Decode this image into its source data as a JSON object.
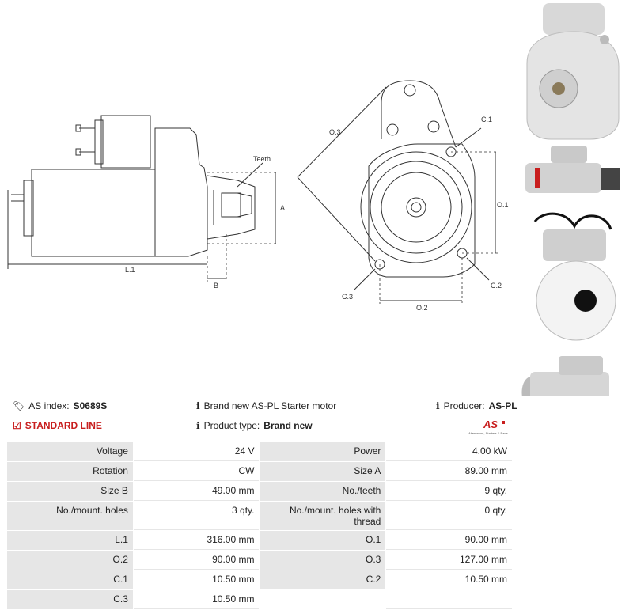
{
  "drawing": {
    "label_teeth": "Teeth",
    "label_a": "A",
    "label_b": "B",
    "label_l1": "L.1",
    "label_o1": "O.1",
    "label_o2": "O.2",
    "label_o3": "O.3",
    "label_c1": "C.1",
    "label_c2": "C.2",
    "label_c3": "C.3"
  },
  "info": {
    "as_index_label": "AS index:",
    "as_index_value": "S0689S",
    "description": "Brand new AS-PL Starter motor",
    "producer_label": "Producer:",
    "producer_value": "AS-PL",
    "standard_line": "STANDARD LINE",
    "product_type_label": "Product type:",
    "product_type_value": "Brand new"
  },
  "logo": {
    "mark": "AS",
    "tagline": "Alternators, Starters & Parts",
    "color": "#c81e1e"
  },
  "specs": [
    [
      "Voltage",
      "24 V",
      "Power",
      "4.00 kW"
    ],
    [
      "Rotation",
      "CW",
      "Size A",
      "89.00 mm"
    ],
    [
      "Size B",
      "49.00 mm",
      "No./teeth",
      "9 qty."
    ],
    [
      "No./mount. holes",
      "3 qty.",
      "No./mount. holes with thread",
      "0 qty."
    ],
    [
      "L.1",
      "316.00 mm",
      "O.1",
      "90.00 mm"
    ],
    [
      "O.2",
      "90.00 mm",
      "O.3",
      "127.00 mm"
    ],
    [
      "C.1",
      "10.50 mm",
      "C.2",
      "10.50 mm"
    ],
    [
      "C.3",
      "10.50 mm",
      "",
      ""
    ]
  ]
}
